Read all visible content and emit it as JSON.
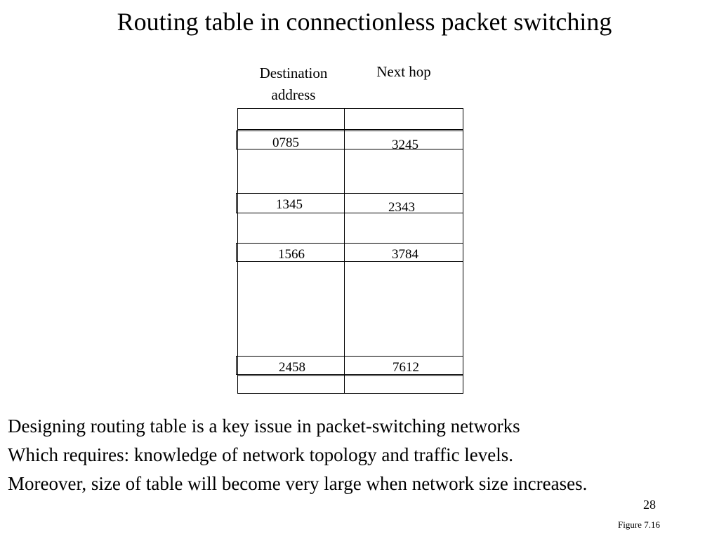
{
  "title": "Routing table in connectionless packet switching",
  "table": {
    "headers": {
      "destination_line1": "Destination",
      "destination_line2": "address",
      "next_hop": "Next hop"
    },
    "rows": [
      {
        "destination": "0785",
        "next_hop": "3245"
      },
      {
        "destination": "1345",
        "next_hop": "2343"
      },
      {
        "destination": "1566",
        "next_hop": "3784"
      },
      {
        "destination": "2458",
        "next_hop": "7612"
      }
    ]
  },
  "body": {
    "line1": "Designing routing table is a key issue in packet-switching networks",
    "line2": "Which requires: knowledge of network topology and traffic levels.",
    "line3": "Moreover, size of table will become very large when network size increases."
  },
  "footer": {
    "page_number": "28",
    "figure_label": "Figure 7.16"
  }
}
